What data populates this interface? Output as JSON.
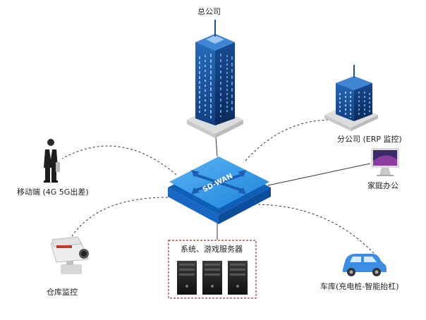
{
  "nodes": {
    "headquarters": "总公司",
    "branch": "分公司 (ERP 监控)",
    "mobile": "移动端 (4G 5G出差)",
    "home_office": "家庭办公",
    "warehouse": "仓库监控",
    "servers": "系统、游戏服务器",
    "garage": "车库(充电桩-智能抬杠)"
  },
  "hub": {
    "label": "SD-WAN"
  },
  "colors": {
    "hub_blue": "#1f7fd6",
    "hub_top": "#3aa0ec",
    "building_blue": "#1a5aa8",
    "server_border": "#b03030",
    "car_blue": "#3a8ee6"
  }
}
